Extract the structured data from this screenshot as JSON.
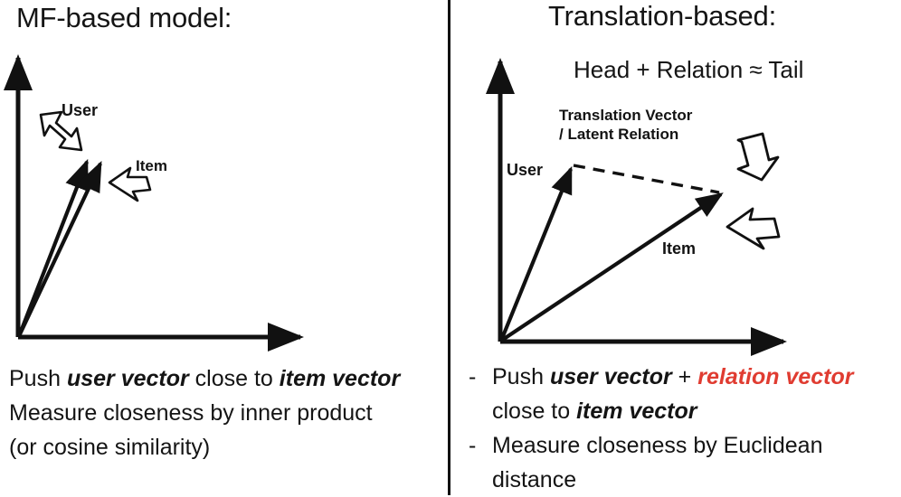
{
  "slide": {
    "background_color": "#ffffff",
    "divider_color": "#111111",
    "accent_red": "#E03C31",
    "ink_color": "#151515"
  },
  "left_panel": {
    "title": "MF-based model:",
    "diagram": {
      "vector_labels": {
        "user": "User",
        "item": "Item"
      },
      "pointer_icons": {
        "user": "block-arrow-down-right-icon",
        "item": "block-arrow-up-left-icon"
      },
      "axes": {
        "x_axis": "x-axis-arrow",
        "y_axis": "y-axis-arrow"
      }
    },
    "bullets": [
      {
        "parts": [
          {
            "text": "Push ",
            "style": "plain"
          },
          {
            "text": "user vector",
            "style": "bold-italic"
          },
          {
            "text": " close to ",
            "style": "plain"
          },
          {
            "text": "item vector",
            "style": "bold-italic"
          }
        ]
      },
      {
        "parts": [
          {
            "text": "Measure closeness by inner product",
            "style": "plain"
          }
        ]
      },
      {
        "parts": [
          {
            "text": "(or cosine similarity)",
            "style": "plain"
          }
        ]
      }
    ]
  },
  "right_panel": {
    "title": "Translation-based:",
    "formula": "Head + Relation ≈ Tail",
    "diagram": {
      "translation_label_line1": "Translation Vector",
      "translation_label_line2": "/ Latent Relation",
      "vector_labels": {
        "user": "User",
        "item": "Item"
      },
      "pointer_icons": {
        "tail": "block-arrow-down-left-icon",
        "item": "block-arrow-up-left-icon"
      },
      "axes": {
        "x_axis": "x-axis-arrow",
        "y_axis": "y-axis-arrow"
      },
      "relation_vector_style": "dashed"
    },
    "bullets": [
      {
        "marker": "-",
        "lines": [
          {
            "parts": [
              {
                "text": "Push ",
                "style": "plain"
              },
              {
                "text": "user vector",
                "style": "bold-italic"
              },
              {
                "text": " + ",
                "style": "plain"
              },
              {
                "text": "relation vector",
                "style": "bold-italic-red"
              }
            ]
          },
          {
            "parts": [
              {
                "text": "close to ",
                "style": "plain"
              },
              {
                "text": "item vector",
                "style": "bold-italic"
              }
            ]
          }
        ]
      },
      {
        "marker": "-",
        "lines": [
          {
            "parts": [
              {
                "text": "Measure closeness by Euclidean",
                "style": "plain"
              }
            ]
          },
          {
            "parts": [
              {
                "text": "distance",
                "style": "plain"
              }
            ]
          }
        ]
      }
    ]
  }
}
